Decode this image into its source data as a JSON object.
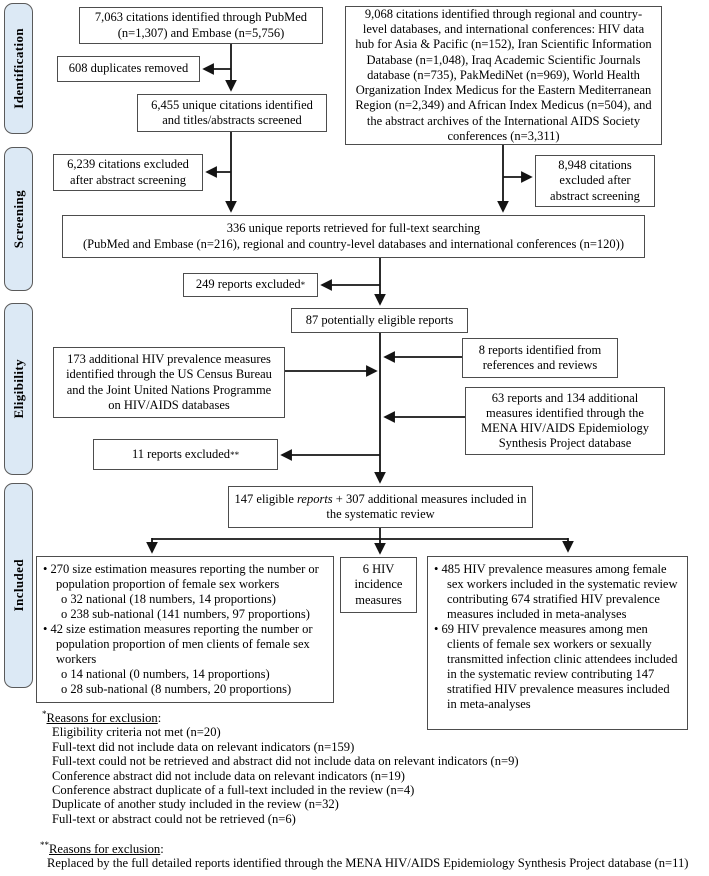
{
  "sidebar": {
    "items": [
      {
        "label": "Identification"
      },
      {
        "label": "Screening"
      },
      {
        "label": "Eligibility"
      },
      {
        "label": "Included"
      }
    ]
  },
  "boxes": {
    "pubmed": {
      "text": "7,063 citations identified through PubMed (n=1,307) and Embase (n=5,756)"
    },
    "regional": {
      "text": "9,068 citations identified through regional and country-level databases, and international conferences: HIV data hub for Asia & Pacific (n=152), Iran Scientific Information Database (n=1,048), Iraq Academic Scientific Journals database (n=735), PakMediNet (n=969), World Health Organization Index Medicus for the Eastern Mediterranean Region (n=2,349) and African Index Medicus (n=504), and the abstract archives of the International AIDS Society conferences (n=3,311)"
    },
    "duplicates": {
      "text": "608 duplicates removed"
    },
    "unique": {
      "text": "6,455 unique citations identified and titles/abstracts screened"
    },
    "excluded_left": {
      "text": "6,239 citations excluded after abstract screening"
    },
    "excluded_right": {
      "text": "8,948 citations excluded after abstract screening"
    },
    "fulltext": {
      "line1": "336 unique reports retrieved for full-text searching",
      "line2": "(PubMed and Embase (n=216), regional and country-level databases and international conferences (n=120))"
    },
    "excluded_249": {
      "text": "249 reports excluded",
      "marker": "*"
    },
    "eligible_87": {
      "text": "87 potentially eligible reports"
    },
    "census": {
      "text": "173 additional HIV prevalence measures identified through the US Census Bureau and the Joint United Nations Programme on HIV/AIDS databases"
    },
    "references": {
      "text": "8 reports identified from references and reviews"
    },
    "mena": {
      "text": "63 reports and 134 additional measures identified through the MENA HIV/AIDS Epidemiology Synthesis Project database"
    },
    "excluded_11": {
      "text": "11 reports excluded",
      "marker": "**"
    },
    "included_147": {
      "prefix": "147 eligible ",
      "italic": "reports",
      "suffix": " + 307 additional measures included in the systematic review"
    },
    "size_estimation": {
      "items": [
        "270 size estimation measures reporting the number or population proportion of female sex workers",
        "32 national (18 numbers, 14 proportions)",
        "238 sub-national (141 numbers, 97 proportions)",
        "42 size estimation measures reporting the number or population proportion of men clients of female sex workers",
        "14 national (0 numbers, 14 proportions)",
        "28 sub-national (8 numbers, 20 proportions)"
      ]
    },
    "incidence": {
      "text": "6 HIV incidence measures"
    },
    "prevalence": {
      "items": [
        "485 HIV prevalence measures among female sex workers included in the systematic review contributing 674 stratified HIV prevalence measures included in meta-analyses",
        "69 HIV prevalence measures among men clients of female sex workers or sexually transmitted infection clinic attendees included in the systematic review contributing 147 stratified HIV prevalence measures included in meta-analyses"
      ]
    }
  },
  "footnotes": {
    "first": {
      "marker": "*",
      "title": "Reasons for exclusion",
      "colon": ":",
      "lines": [
        "Eligibility criteria not met (n=20)",
        "Full-text did not include data on relevant indicators (n=159)",
        "Full-text could not be retrieved and abstract did not include data on relevant indicators (n=9)",
        "Conference abstract did not include data on relevant indicators (n=19)",
        "Conference abstract duplicate of a full-text included in the review (n=4)",
        "Duplicate of another study included in the review (n=32)",
        "Full-text or abstract could not be retrieved (n=6)"
      ]
    },
    "second": {
      "marker": "**",
      "title": "Reasons for exclusion",
      "colon": ":",
      "lines": [
        "Replaced by the full detailed reports identified through the MENA HIV/AIDS Epidemiology Synthesis Project database (n=11)"
      ]
    }
  },
  "colors": {
    "stage_fill": "#dce9f5",
    "stage_border": "#5a5a5a",
    "box_border": "#4d4d4d",
    "arrow": "#141414"
  }
}
